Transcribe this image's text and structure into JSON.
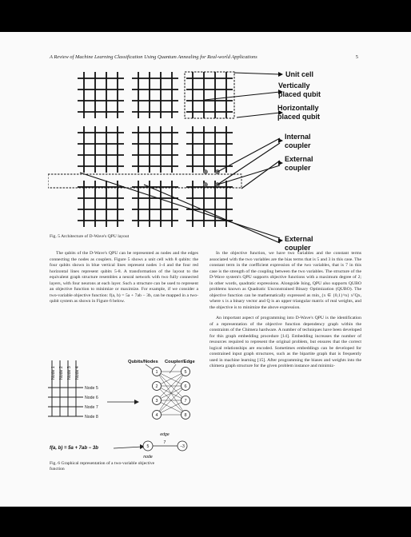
{
  "header": {
    "running_title": "A Review of Machine Learning Classification Using Quantum Annealing for Real-world Applications",
    "page_number": "5"
  },
  "figure5": {
    "labels": {
      "unit_cell": "Unit cell",
      "vertical_qubit_1": "Vertically",
      "vertical_qubit_2": "placed qubit",
      "horizontal_qubit_1": "Horizontally",
      "horizontal_qubit_2": "placed qubit",
      "internal_coupler_1": "Internal",
      "internal_coupler_2": "coupler",
      "external_coupler_a_1": "External",
      "external_coupler_a_2": "coupler",
      "external_coupler_b_1": "External",
      "external_coupler_b_2": "coupler"
    },
    "caption": "Fig. 5 Architecture of D-Wave's QPU layout"
  },
  "left_column": {
    "p1": "The qubits of the D-Wave's QPU can be represented as nodes and the edges connecting the nodes as couplers. Figure 5 shows a unit cell with 8 qubits: the four qubits shown in blue vertical lines represent nodes 1-4 and the four red horizontal lines represent qubits 5-8. A transformation of the layout to the equivalent graph structure resembles a neural network with two fully connected layers, with four neurons at each layer. Such a structure can be used to represent an objective function to minimize or maximize. For example, if we consider a two-variable objective function: f(a, b) = 5a + 7ab − 3b, can be mapped in a two-qubit system as shown in Figure 6 below."
  },
  "figure6": {
    "qubit_labels": [
      "Node 1",
      "Node 2",
      "Node 3",
      "Node 4"
    ],
    "node_labels": [
      "Node 5",
      "Node 6",
      "Node 7",
      "Node 8"
    ],
    "qubits_nodes_title": "Qubits/Nodes",
    "coupler_edge_title": "Coupler/Edge",
    "left_circles": [
      "1",
      "2",
      "3",
      "4"
    ],
    "right_circles": [
      "5",
      "6",
      "7",
      "8"
    ],
    "formula": "f(a, b) = 5a + 7ab − 3b",
    "mini_graph": {
      "edge": "edge",
      "node": "node",
      "weight_a": "5",
      "weight_b": "−3",
      "weight_ab": "7"
    },
    "caption_1": "Fig. 6 Graphical representation of a two-variable objective",
    "caption_2": "function"
  },
  "right_column": {
    "p1": "In the objective function, we have two variables and the constant terms associated with the two variables are the bias terms that is 5 and 3 in this case. The constant term in the coefficient expression of the two variables, that is 7 in this case is the strength of the coupling between the two variables. The structure of the D-Wave system's QPU supports objective functions with a maximum degree of 2; in other words, quadratic expressions. Alongside Ising, QPU also supports QUBO problems known as Quadratic Unconstrained Binary Optimization (QUBO). The objective function can be mathematically expressed as min_{x ∈ {0,1}^n} xᵀQx, where x is a binary vector and Q is an upper triangular matrix of real weights, and the objective is to minimize the above expression.",
    "p2": "An important aspect of programming into D-Wave's QPU is the identification of a representation of the objective function dependency graph within the constraints of the Chimera hardware. A number of techniques have been developed for this graph embedding procedure [14]. Embedding increases the number of resources required to represent the original problem, but ensures that the correct logical relationships are encoded. Sometimes embeddings can be developed for constrained input graph structures, such as the bipartite graph that is frequently used in machine learning [15]. After programming the biases and weights into the chimera graph structure for the given problem instance and minimiz-"
  }
}
